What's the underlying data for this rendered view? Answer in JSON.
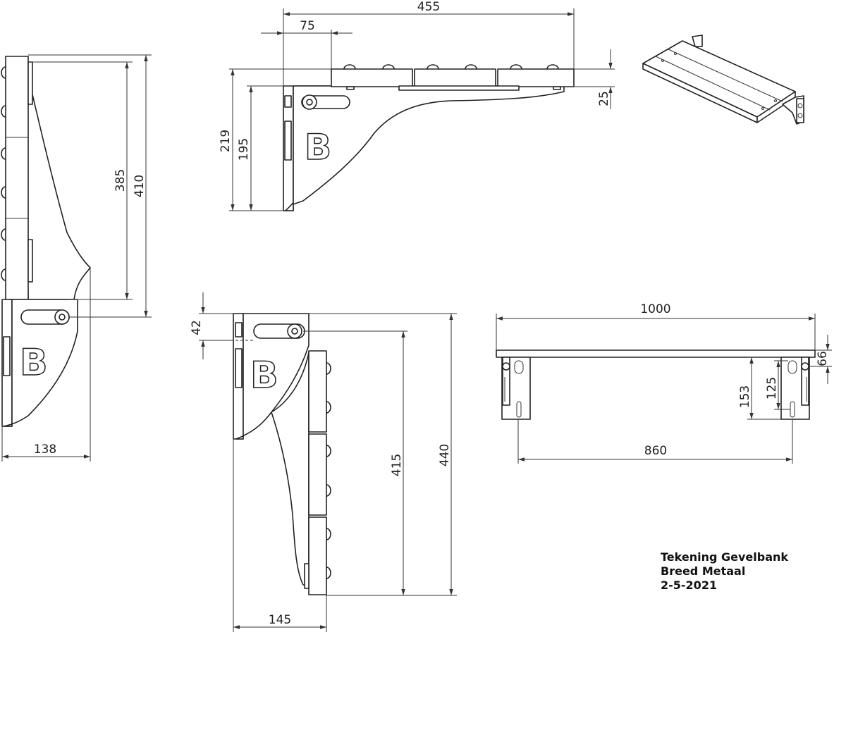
{
  "dimensions": {
    "top_width": "455",
    "top_offset": "75",
    "top_seat_thickness": "25",
    "top_total_height": "219",
    "top_bracket_height": "195",
    "left_inner_height": "385",
    "left_total_height": "410",
    "left_depth": "138",
    "folded_pivot": "42",
    "folded_inner_height": "415",
    "folded_total_height": "440",
    "folded_depth": "145",
    "front_length": "1000",
    "front_bracket_spacing": "860",
    "front_height": "153",
    "front_slot": "125",
    "front_top": "66"
  },
  "logo_letter": "B",
  "title_block": {
    "line1": "Tekening Gevelbank",
    "line2": "Breed Metaal",
    "line3": "2-5-2021"
  }
}
